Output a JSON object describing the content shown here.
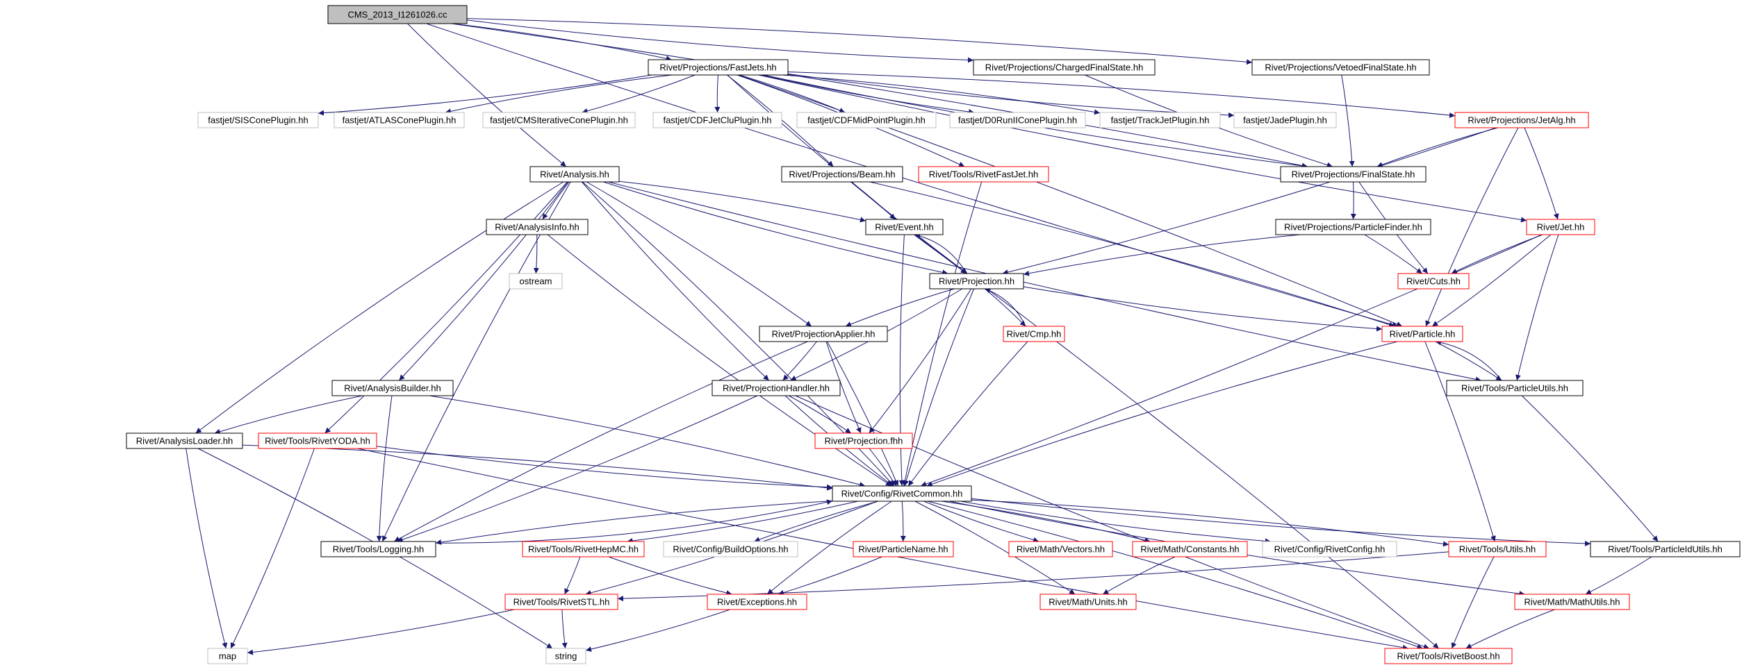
{
  "colors": {
    "edge": "#191970",
    "border_normal": "#000000",
    "border_red": "#ff0000",
    "border_gray": "#bfbfbf",
    "root_fill": "#bfbfbf",
    "text": "#000000"
  },
  "nodes": [
    {
      "id": "root",
      "label": "CMS_2013_I1261026.cc",
      "style": "root"
    },
    {
      "id": "fastjets",
      "label": "Rivet/Projections/FastJets.hh",
      "style": "normal"
    },
    {
      "id": "chargedfs",
      "label": "Rivet/Projections/ChargedFinalState.hh",
      "style": "normal"
    },
    {
      "id": "vetoedfs",
      "label": "Rivet/Projections/VetoedFinalState.hh",
      "style": "normal"
    },
    {
      "id": "siscone",
      "label": "fastjet/SISConePlugin.hh",
      "style": "gray"
    },
    {
      "id": "atlascone",
      "label": "fastjet/ATLASConePlugin.hh",
      "style": "gray"
    },
    {
      "id": "cmsitcone",
      "label": "fastjet/CMSIterativeConePlugin.hh",
      "style": "gray"
    },
    {
      "id": "cdfjetclu",
      "label": "fastjet/CDFJetCluPlugin.hh",
      "style": "gray"
    },
    {
      "id": "cdfmidpoint",
      "label": "fastjet/CDFMidPointPlugin.hh",
      "style": "gray"
    },
    {
      "id": "d0run",
      "label": "fastjet/D0RunIIConePlugin.hh",
      "style": "gray"
    },
    {
      "id": "trackjet",
      "label": "fastjet/TrackJetPlugin.hh",
      "style": "gray"
    },
    {
      "id": "jade",
      "label": "fastjet/JadePlugin.hh",
      "style": "gray"
    },
    {
      "id": "jetalg",
      "label": "Rivet/Projections/JetAlg.hh",
      "style": "red"
    },
    {
      "id": "analysis",
      "label": "Rivet/Analysis.hh",
      "style": "normal"
    },
    {
      "id": "beam",
      "label": "Rivet/Projections/Beam.hh",
      "style": "normal"
    },
    {
      "id": "rivetfastjet",
      "label": "Rivet/Tools/RivetFastJet.hh",
      "style": "red"
    },
    {
      "id": "finalstate",
      "label": "Rivet/Projections/FinalState.hh",
      "style": "normal"
    },
    {
      "id": "analysisinfo",
      "label": "Rivet/AnalysisInfo.hh",
      "style": "normal"
    },
    {
      "id": "event",
      "label": "Rivet/Event.hh",
      "style": "normal"
    },
    {
      "id": "particlefinder",
      "label": "Rivet/Projections/ParticleFinder.hh",
      "style": "normal"
    },
    {
      "id": "jet",
      "label": "Rivet/Jet.hh",
      "style": "red"
    },
    {
      "id": "ostream",
      "label": "ostream",
      "style": "gray"
    },
    {
      "id": "projection",
      "label": "Rivet/Projection.hh",
      "style": "normal"
    },
    {
      "id": "cuts",
      "label": "Rivet/Cuts.hh",
      "style": "red"
    },
    {
      "id": "cmp",
      "label": "Rivet/Cmp.hh",
      "style": "red"
    },
    {
      "id": "projapplier",
      "label": "Rivet/ProjectionApplier.hh",
      "style": "normal"
    },
    {
      "id": "particle",
      "label": "Rivet/Particle.hh",
      "style": "red"
    },
    {
      "id": "analysisbuilder",
      "label": "Rivet/AnalysisBuilder.hh",
      "style": "normal"
    },
    {
      "id": "projhandler",
      "label": "Rivet/ProjectionHandler.hh",
      "style": "normal"
    },
    {
      "id": "particleutils",
      "label": "Rivet/Tools/ParticleUtils.hh",
      "style": "normal"
    },
    {
      "id": "analysisloader",
      "label": "Rivet/AnalysisLoader.hh",
      "style": "normal"
    },
    {
      "id": "rivetyoda",
      "label": "Rivet/Tools/RivetYODA.hh",
      "style": "red"
    },
    {
      "id": "projfhh",
      "label": "Rivet/Projection.fhh",
      "style": "red"
    },
    {
      "id": "rivetcommon",
      "label": "Rivet/Config/RivetCommon.hh",
      "style": "normal"
    },
    {
      "id": "logging",
      "label": "Rivet/Tools/Logging.hh",
      "style": "normal"
    },
    {
      "id": "rivethepmc",
      "label": "Rivet/Tools/RivetHepMC.hh",
      "style": "red"
    },
    {
      "id": "buildoptions",
      "label": "Rivet/Config/BuildOptions.hh",
      "style": "gray"
    },
    {
      "id": "particlename",
      "label": "Rivet/ParticleName.hh",
      "style": "red"
    },
    {
      "id": "vectors",
      "label": "Rivet/Math/Vectors.hh",
      "style": "red"
    },
    {
      "id": "constants",
      "label": "Rivet/Math/Constants.hh",
      "style": "red"
    },
    {
      "id": "rivetconfig",
      "label": "Rivet/Config/RivetConfig.hh",
      "style": "gray"
    },
    {
      "id": "toolsutils",
      "label": "Rivet/Tools/Utils.hh",
      "style": "red"
    },
    {
      "id": "particleidutils",
      "label": "Rivet/Tools/ParticleIdUtils.hh",
      "style": "normal"
    },
    {
      "id": "rivetstl",
      "label": "Rivet/Tools/RivetSTL.hh",
      "style": "red"
    },
    {
      "id": "exceptions",
      "label": "Rivet/Exceptions.hh",
      "style": "red"
    },
    {
      "id": "units",
      "label": "Rivet/Math/Units.hh",
      "style": "red"
    },
    {
      "id": "mathutils",
      "label": "Rivet/Math/MathUtils.hh",
      "style": "red"
    },
    {
      "id": "map",
      "label": "map",
      "style": "gray"
    },
    {
      "id": "string",
      "label": "string",
      "style": "gray"
    },
    {
      "id": "rivetboost",
      "label": "Rivet/Tools/RivetBoost.hh",
      "style": "red"
    }
  ],
  "edges": [
    [
      "root",
      "fastjets"
    ],
    [
      "root",
      "chargedfs"
    ],
    [
      "root",
      "vetoedfs"
    ],
    [
      "root",
      "analysis"
    ],
    [
      "root",
      "finalstate"
    ],
    [
      "root",
      "particle"
    ],
    [
      "fastjets",
      "siscone"
    ],
    [
      "fastjets",
      "atlascone"
    ],
    [
      "fastjets",
      "cmsitcone"
    ],
    [
      "fastjets",
      "cdfjetclu"
    ],
    [
      "fastjets",
      "cdfmidpoint"
    ],
    [
      "fastjets",
      "d0run"
    ],
    [
      "fastjets",
      "trackjet"
    ],
    [
      "fastjets",
      "jade"
    ],
    [
      "fastjets",
      "jetalg"
    ],
    [
      "fastjets",
      "jet"
    ],
    [
      "fastjets",
      "particle"
    ],
    [
      "fastjets",
      "projection"
    ],
    [
      "fastjets",
      "rivetfastjet"
    ],
    [
      "fastjets",
      "finalstate"
    ],
    [
      "fastjets",
      "beam"
    ],
    [
      "chargedfs",
      "finalstate"
    ],
    [
      "vetoedfs",
      "finalstate"
    ],
    [
      "jetalg",
      "finalstate"
    ],
    [
      "jetalg",
      "jet"
    ],
    [
      "jetalg",
      "particle"
    ],
    [
      "jetalg",
      "projection"
    ],
    [
      "analysis",
      "analysisinfo"
    ],
    [
      "analysis",
      "event"
    ],
    [
      "analysis",
      "projection"
    ],
    [
      "analysis",
      "projapplier"
    ],
    [
      "analysis",
      "projhandler"
    ],
    [
      "analysis",
      "analysisbuilder"
    ],
    [
      "analysis",
      "analysisloader"
    ],
    [
      "analysis",
      "rivetyoda"
    ],
    [
      "analysis",
      "logging"
    ],
    [
      "analysis",
      "rivetcommon"
    ],
    [
      "analysis",
      "particleutils"
    ],
    [
      "beam",
      "event"
    ],
    [
      "beam",
      "projection"
    ],
    [
      "beam",
      "particle"
    ],
    [
      "rivetfastjet",
      "rivetcommon"
    ],
    [
      "finalstate",
      "particlefinder"
    ],
    [
      "finalstate",
      "cuts"
    ],
    [
      "analysisinfo",
      "ostream"
    ],
    [
      "analysisinfo",
      "rivetcommon"
    ],
    [
      "event",
      "projection"
    ],
    [
      "event",
      "rivetcommon"
    ],
    [
      "event",
      "rivetboost"
    ],
    [
      "particlefinder",
      "projection"
    ],
    [
      "particlefinder",
      "cuts"
    ],
    [
      "jet",
      "cuts"
    ],
    [
      "jet",
      "particle"
    ],
    [
      "jet",
      "particleutils"
    ],
    [
      "jet",
      "rivetcommon"
    ],
    [
      "projection",
      "event"
    ],
    [
      "projection",
      "cmp"
    ],
    [
      "projection",
      "projapplier"
    ],
    [
      "projection",
      "projhandler"
    ],
    [
      "projection",
      "particle"
    ],
    [
      "projection",
      "projfhh"
    ],
    [
      "projection",
      "rivetcommon"
    ],
    [
      "cmp",
      "projection"
    ],
    [
      "cmp",
      "rivetcommon"
    ],
    [
      "projapplier",
      "projhandler"
    ],
    [
      "projapplier",
      "projfhh"
    ],
    [
      "projapplier",
      "rivetcommon"
    ],
    [
      "projapplier",
      "logging"
    ],
    [
      "particle",
      "particleutils"
    ],
    [
      "particle",
      "rivetcommon"
    ],
    [
      "particle",
      "toolsutils"
    ],
    [
      "particleutils",
      "particle"
    ],
    [
      "particleutils",
      "particleidutils"
    ],
    [
      "analysisbuilder",
      "analysisloader"
    ],
    [
      "analysisbuilder",
      "rivetcommon"
    ],
    [
      "analysisbuilder",
      "logging"
    ],
    [
      "projhandler",
      "projfhh"
    ],
    [
      "projhandler",
      "rivetcommon"
    ],
    [
      "projhandler",
      "logging"
    ],
    [
      "projhandler",
      "rivetboost"
    ],
    [
      "analysisloader",
      "rivetcommon"
    ],
    [
      "analysisloader",
      "map"
    ],
    [
      "analysisloader",
      "string"
    ],
    [
      "rivetyoda",
      "rivetcommon"
    ],
    [
      "rivetyoda",
      "map"
    ],
    [
      "rivetyoda",
      "rivetboost"
    ],
    [
      "projfhh",
      "rivetcommon"
    ],
    [
      "rivetcommon",
      "logging"
    ],
    [
      "rivetcommon",
      "rivethepmc"
    ],
    [
      "rivetcommon",
      "buildoptions"
    ],
    [
      "rivetcommon",
      "particlename"
    ],
    [
      "rivetcommon",
      "vectors"
    ],
    [
      "rivetcommon",
      "constants"
    ],
    [
      "rivetcommon",
      "rivetconfig"
    ],
    [
      "rivetcommon",
      "toolsutils"
    ],
    [
      "rivetcommon",
      "particleidutils"
    ],
    [
      "rivetcommon",
      "rivetstl"
    ],
    [
      "rivetcommon",
      "exceptions"
    ],
    [
      "rivetcommon",
      "units"
    ],
    [
      "rivetcommon",
      "mathutils"
    ],
    [
      "rivetcommon",
      "rivetboost"
    ],
    [
      "logging",
      "rivetcommon"
    ],
    [
      "rivethepmc",
      "rivetstl"
    ],
    [
      "rivethepmc",
      "exceptions"
    ],
    [
      "particlename",
      "exceptions"
    ],
    [
      "constants",
      "units"
    ],
    [
      "toolsutils",
      "rivetstl"
    ],
    [
      "toolsutils",
      "rivetboost"
    ],
    [
      "particleidutils",
      "mathutils"
    ],
    [
      "mathutils",
      "rivetboost"
    ],
    [
      "rivetstl",
      "map"
    ],
    [
      "rivetstl",
      "string"
    ],
    [
      "exceptions",
      "string"
    ]
  ]
}
